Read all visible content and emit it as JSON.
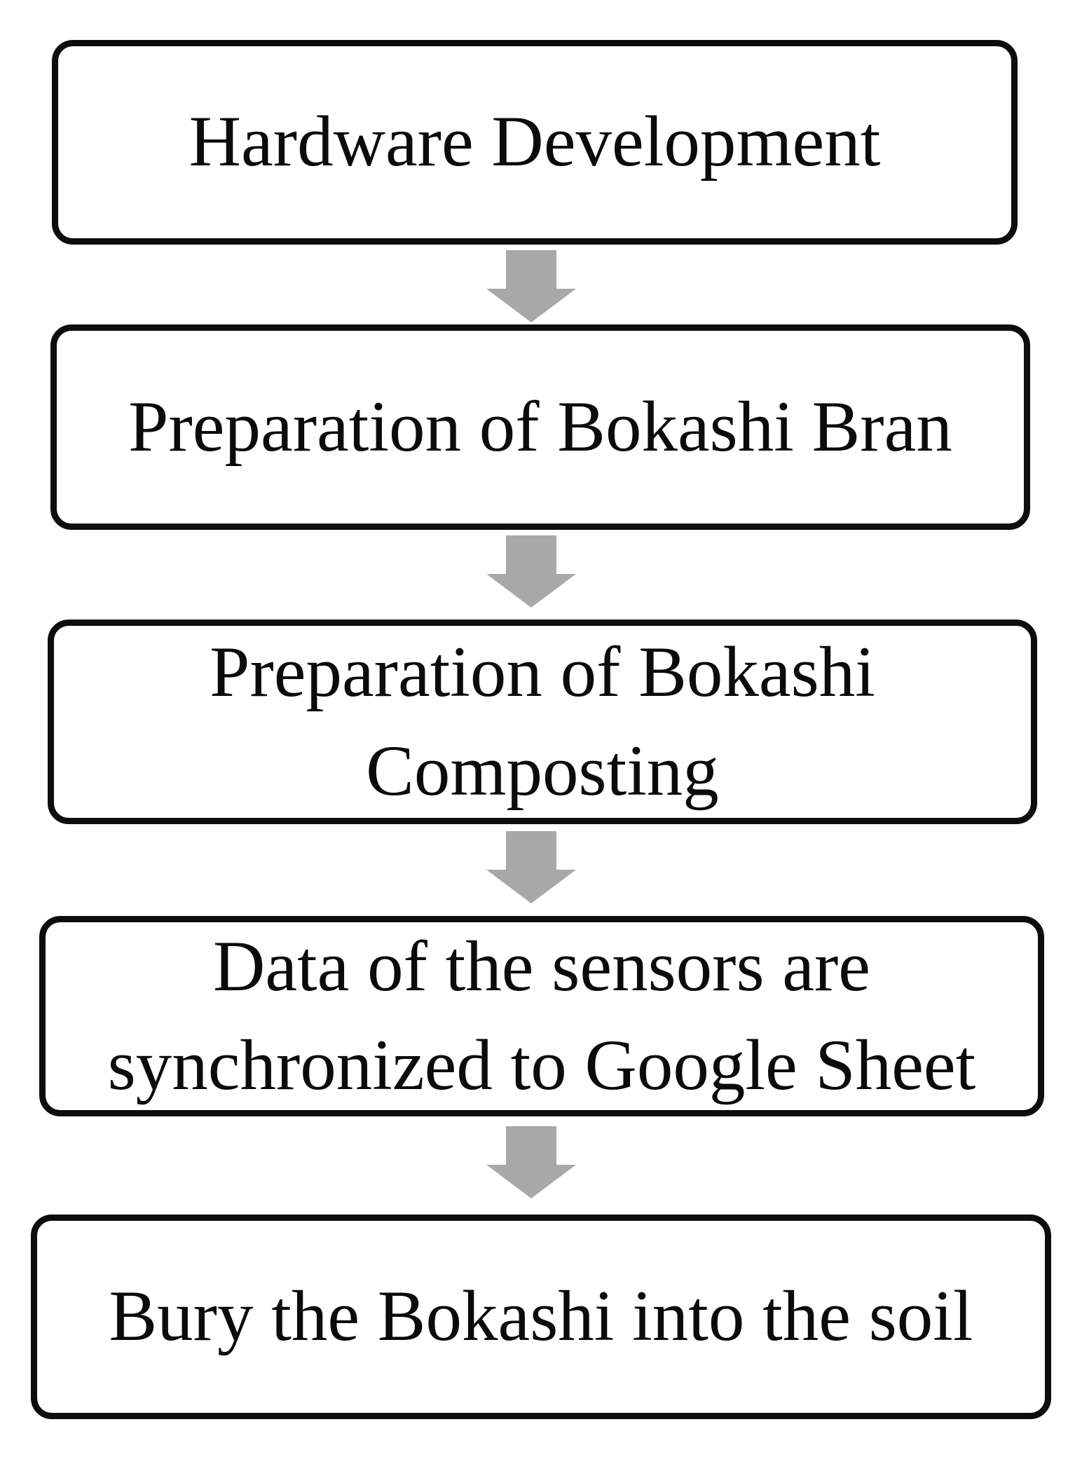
{
  "flowchart": {
    "type": "flowchart",
    "direction": "top-down",
    "steps": [
      {
        "label": "Hardware Development"
      },
      {
        "label": "Preparation of Bokashi Bran"
      },
      {
        "label": "Preparation of Bokashi Composting"
      },
      {
        "label": "Data of the sensors are synchronized to Google Sheet"
      },
      {
        "label": "Bury the Bokashi into the soil"
      }
    ],
    "connector": {
      "shape": "block-arrow-down",
      "count": 4,
      "color": "#a8a8a8"
    }
  },
  "colors": {
    "background": "#ffffff",
    "box_fill": "#ffffff",
    "box_border": "#0d0d0d",
    "text": "#0b0b0b",
    "arrow": "#a8a8a8"
  }
}
